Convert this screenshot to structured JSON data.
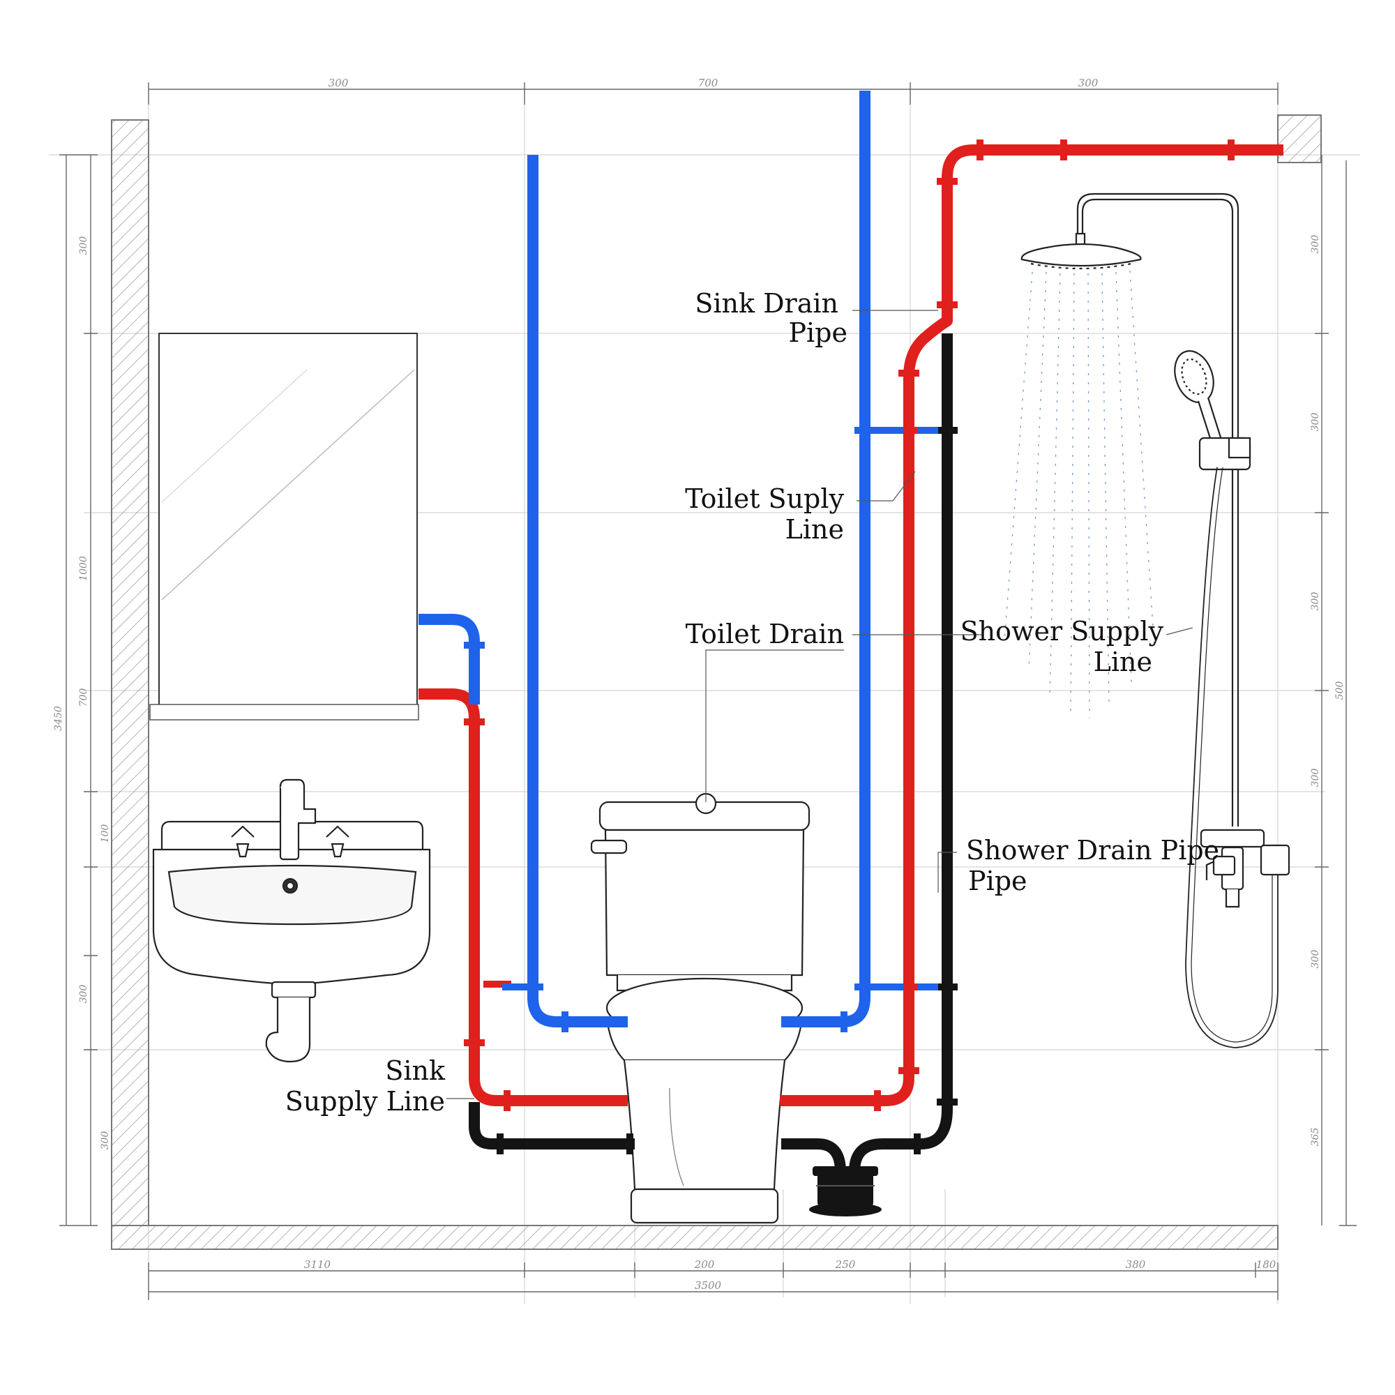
{
  "labels": {
    "sink_drain": [
      "Sink  Drain",
      "Pipe"
    ],
    "toilet_supply": [
      "Toilet Suply",
      "Line"
    ],
    "toilet_drain": [
      "Toilet Drain"
    ],
    "shower_supply": [
      "Shower Supply",
      "Line"
    ],
    "shower_drain": [
      "Shower Drain Pipe",
      "Pipe"
    ],
    "sink_supply": [
      "Sink",
      "Supply Line"
    ]
  },
  "dimensions": {
    "top": [
      "300",
      "700",
      "300"
    ],
    "bottom": [
      "3110",
      "200",
      "250",
      "380",
      "180"
    ],
    "total": "3500",
    "left": [
      "300",
      "1000",
      "3450",
      "700",
      "100",
      "300",
      "300"
    ],
    "right": [
      "300",
      "300",
      "300",
      "300",
      "500",
      "300",
      "365"
    ]
  },
  "colors": {
    "cold": "#1e63ea",
    "hot": "#e0201c",
    "drain": "#141414",
    "grid": "#cfcfcf",
    "dim_text": "#8a8a8a"
  }
}
